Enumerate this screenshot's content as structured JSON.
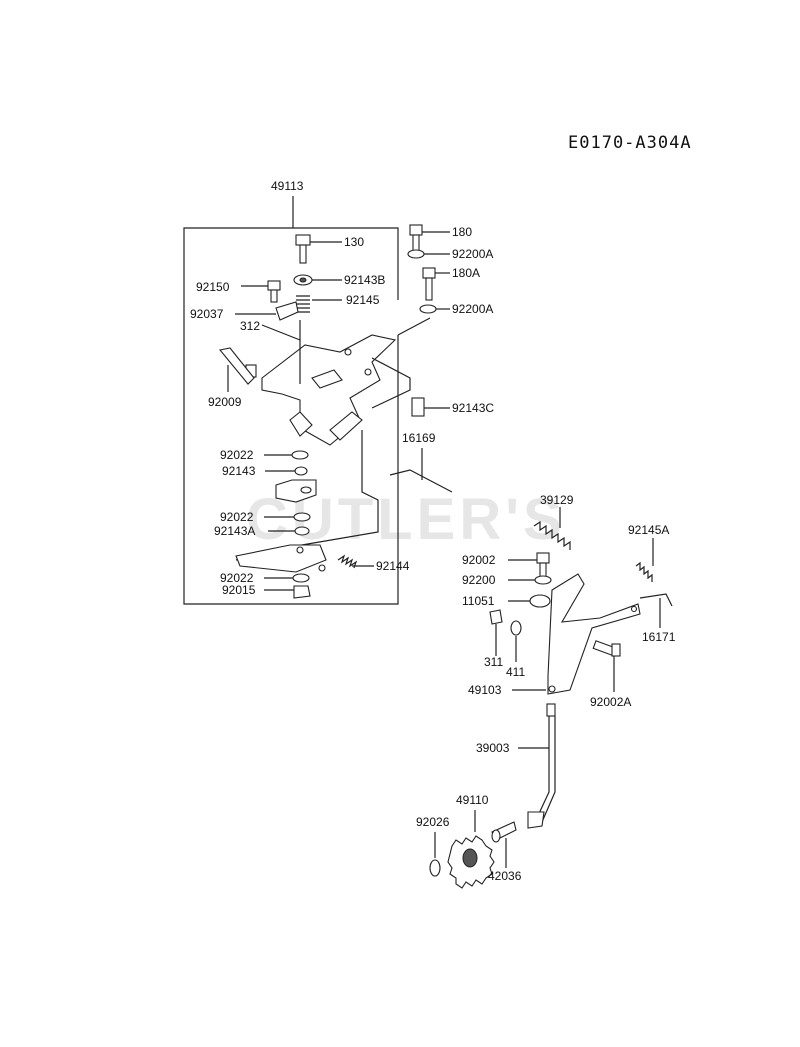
{
  "diagram_code": "E0170-A304A",
  "watermark": "CUTLER'S",
  "parts": [
    {
      "key": "p49113",
      "label": "49113"
    },
    {
      "key": "p130",
      "label": "130"
    },
    {
      "key": "p92150",
      "label": "92150"
    },
    {
      "key": "p92143B",
      "label": "92143B"
    },
    {
      "key": "p92145",
      "label": "92145"
    },
    {
      "key": "p92037",
      "label": "92037"
    },
    {
      "key": "p312",
      "label": "312"
    },
    {
      "key": "p92009",
      "label": "92009"
    },
    {
      "key": "p180",
      "label": "180"
    },
    {
      "key": "p92200A_1",
      "label": "92200A"
    },
    {
      "key": "p180A",
      "label": "180A"
    },
    {
      "key": "p92200A_2",
      "label": "92200A"
    },
    {
      "key": "p92143C",
      "label": "92143C"
    },
    {
      "key": "p16169",
      "label": "16169"
    },
    {
      "key": "p92022_1",
      "label": "92022"
    },
    {
      "key": "p92143",
      "label": "92143"
    },
    {
      "key": "p92022_2",
      "label": "92022"
    },
    {
      "key": "p92143A",
      "label": "92143A"
    },
    {
      "key": "p92144",
      "label": "92144"
    },
    {
      "key": "p92022_3",
      "label": "92022"
    },
    {
      "key": "p92015",
      "label": "92015"
    },
    {
      "key": "p39129",
      "label": "39129"
    },
    {
      "key": "p92145A",
      "label": "92145A"
    },
    {
      "key": "p92002",
      "label": "92002"
    },
    {
      "key": "p92200",
      "label": "92200"
    },
    {
      "key": "p11051",
      "label": "11051"
    },
    {
      "key": "p16171",
      "label": "16171"
    },
    {
      "key": "p311",
      "label": "311"
    },
    {
      "key": "p411",
      "label": "411"
    },
    {
      "key": "p49103",
      "label": "49103"
    },
    {
      "key": "p92002A",
      "label": "92002A"
    },
    {
      "key": "p39003",
      "label": "39003"
    },
    {
      "key": "p49110",
      "label": "49110"
    },
    {
      "key": "p92026",
      "label": "92026"
    },
    {
      "key": "p42036",
      "label": "42036"
    }
  ]
}
